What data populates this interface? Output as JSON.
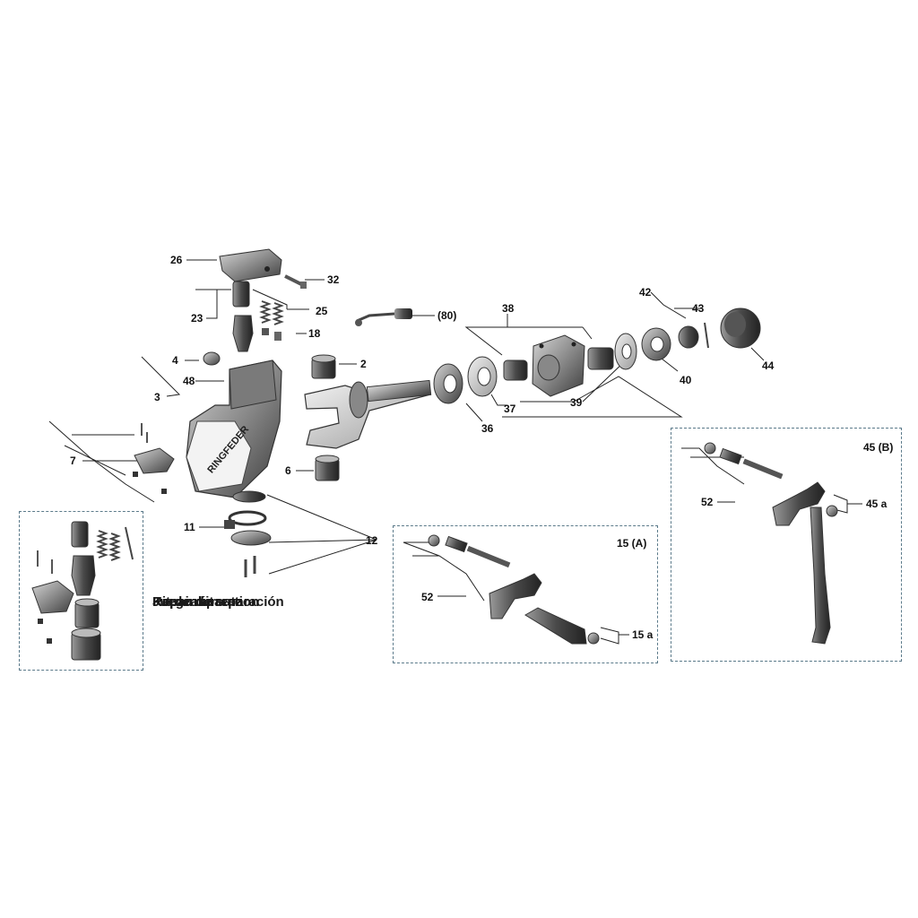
{
  "callouts": {
    "c26": "26",
    "c32": "32",
    "c23": "23",
    "c25": "25",
    "c18": "18",
    "c80": "(80)",
    "c38": "38",
    "c42": "42",
    "c43": "43",
    "c44": "44",
    "c4": "4",
    "c2": "2",
    "c48": "48",
    "c3": "3",
    "c7": "7",
    "c6": "6",
    "c36": "36",
    "c37": "37",
    "c39": "39",
    "c40": "40",
    "c11": "11",
    "c12": "12"
  },
  "inset_a": {
    "title": "15 (A)",
    "c52": "52",
    "c15a": "15 a"
  },
  "inset_b": {
    "title": "45 (B)",
    "c52": "52",
    "c45a": "45 a"
  },
  "repair_kit": {
    "lines": [
      "Reparatursatz",
      "Repair kit",
      "Kit de réparation",
      "Juego de reparación"
    ]
  },
  "housing_brand": "RINGFEDER",
  "colors": {
    "part_dark": "#3a3a3a",
    "part_mid": "#6e6e6e",
    "part_light": "#b8b8b8",
    "inset_border": "#5b7a8a"
  }
}
